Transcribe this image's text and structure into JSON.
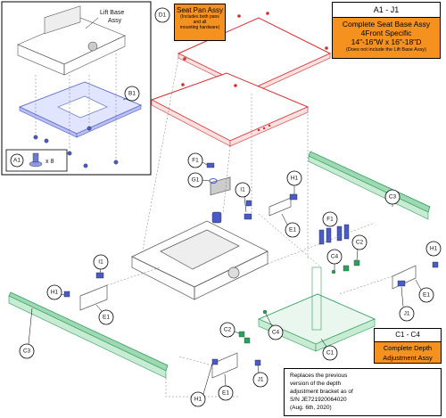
{
  "lift_base_inset": {
    "title_line1": "Lift Base",
    "title_line2": "Assy",
    "callout_b1": "B1",
    "callout_a1": "A1",
    "qty_a1": "x 8"
  },
  "seat_pan": {
    "code": "D1",
    "title": "Seat Pan Assy",
    "note_line1": "(Includes both pans",
    "note_line2": "and all",
    "note_line3": "mounting hardware)"
  },
  "seat_base": {
    "range": "A1 - J1",
    "line1": "Complete Seat Base Assy",
    "line2": "4Front Specific",
    "line3": "14\"-16\"W x 16\"-18\"D",
    "line4": "(Does not include the Lift Base Assy)"
  },
  "depth_assy": {
    "range": "C1 - C4",
    "line1": "Complete Depth",
    "line2": "Adjustment Assy"
  },
  "replaces_note": {
    "line1": "Replaces the previous",
    "line2": "version of the depth",
    "line3": "adjustment bracket as of",
    "line4": "S/N JE721920064020",
    "line5": "(Aug. 6th, 2020)"
  },
  "callouts": {
    "f1_top": "F1",
    "g1": "G1",
    "h1_top": "H1",
    "i1_top": "I1",
    "e1_top": "E1",
    "c3_right": "C3",
    "f1_mid": "F1",
    "c2_right": "C2",
    "c4_right": "C4",
    "h1_right": "H1",
    "e1_right": "E1",
    "j1_right": "J1",
    "i1_left": "I1",
    "h1_left": "H1",
    "e1_left": "E1",
    "c3_left": "C3",
    "c2_bottom": "C2",
    "c4_bottom": "C4",
    "c1": "C1",
    "h1_bottom": "H1",
    "e1_bottom": "E1",
    "j1_bottom": "J1"
  },
  "colors": {
    "red_part": "#d92b2b",
    "green_part": "#2e9e5b",
    "blue_hardware": "#4a5bc9",
    "orange_box": "#f5921f"
  }
}
